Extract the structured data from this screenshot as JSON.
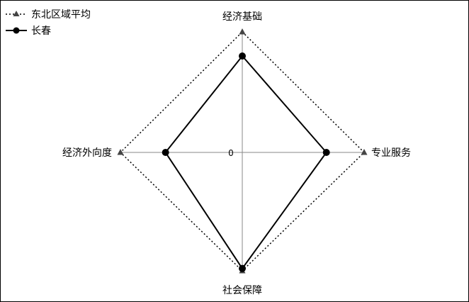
{
  "chart_data": {
    "type": "radar",
    "axes": [
      "经济基础",
      "专业服务",
      "社会保障",
      "经济外向度"
    ],
    "tick_label": "0",
    "range": [
      0,
      1
    ],
    "legend_position": "top-left",
    "series": [
      {
        "name": "东北区域平均",
        "values": [
          1.0,
          1.0,
          1.0,
          1.0
        ],
        "line": "dotted",
        "marker": "triangle",
        "color": "#000000",
        "marker_color": "#444444"
      },
      {
        "name": "长春",
        "values": [
          0.8,
          0.69,
          0.98,
          0.63
        ],
        "line": "solid",
        "marker": "circle",
        "color": "#000000",
        "marker_color": "#000000"
      }
    ]
  }
}
